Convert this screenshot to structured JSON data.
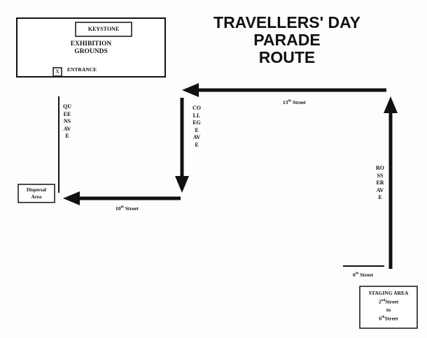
{
  "title": {
    "line1": "TRAVELLERS' DAY",
    "line2": "PARADE",
    "line3": "ROUTE"
  },
  "exhibition": {
    "keystone": "KEYSTONE",
    "name_line1": "EXHIBITION",
    "name_line2": "GROUNDS",
    "entrance_label": "ENTRANCE",
    "entrance_mark": "X"
  },
  "avenues": {
    "queens": "QUEENS  AVE",
    "college": "COLLEGE  AVE",
    "rosser": "ROSSER  AVE"
  },
  "streets": {
    "s13": {
      "num": "13",
      "suffix": "th",
      "word": "Street"
    },
    "s10": {
      "num": "10",
      "suffix": "th",
      "word": "Street"
    },
    "s6": {
      "num": "6",
      "suffix": "th",
      "word": "Street"
    }
  },
  "dispersal": {
    "line1": "Dispersal",
    "line2": "Area"
  },
  "staging": {
    "title": "STAGING AREA",
    "from_num": "2",
    "from_suffix": "nd",
    "from_word": "Street",
    "to": "to",
    "to_num": "6",
    "to_suffix": "th",
    "to_word": "Street"
  },
  "colors": {
    "ink": "#111111",
    "paper": "#fdfdfd"
  }
}
